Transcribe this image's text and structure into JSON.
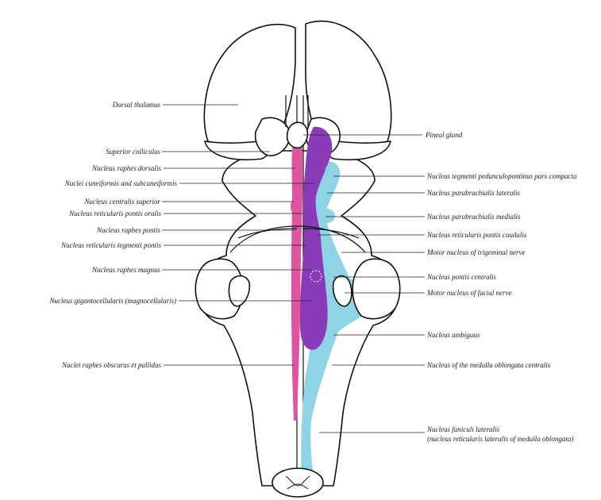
{
  "labels_left": [
    {
      "key": "dorsal_thalamus",
      "text": "Dorsal thalamus"
    },
    {
      "key": "superior_colliculus",
      "text": "Superior colliculus"
    },
    {
      "key": "raphes_dorsalis",
      "text": "Nucleus raphes dorsalis"
    },
    {
      "key": "cuneiformis",
      "text": "Nuclei cuneiformis and subcuneiformis"
    },
    {
      "key": "centralis_superior",
      "text": "Nucleus centralis superior"
    },
    {
      "key": "reticularis_pontis_oralis",
      "text": "Nucleus reticularis pontis oralis"
    },
    {
      "key": "raphes_pontis",
      "text": "Nucleus raphes pontis"
    },
    {
      "key": "reticularis_tegmenti_pontis",
      "text": "Nucleus reticularis tegmenti pontis"
    },
    {
      "key": "raphes_magnus",
      "text": "Nucleus raphes magnus"
    },
    {
      "key": "gigantocellularis",
      "text": "Nucleus gigantocellularis (magnocellularis)"
    },
    {
      "key": "raphes_obscurus",
      "text": "Nuclei raphes obscurus et pallidus"
    }
  ],
  "labels_right": [
    {
      "key": "pineal_gland",
      "text": "Pineal gland"
    },
    {
      "key": "tegmenti_pedunculopontinus",
      "text": "Nucleus tegmenti pedunculopontinus pars compacta"
    },
    {
      "key": "parabrachialis_lateralis",
      "text": "Nucleus parabrachialis lateralis"
    },
    {
      "key": "parabrachialis_medialis",
      "text": "Nucleus parabrachialis medialis"
    },
    {
      "key": "reticularis_pontis_caudalis",
      "text": "Nucleus reticularis pontis caudalis"
    },
    {
      "key": "motor_trigeminal",
      "text": "Motor nucleus of trigeminal nerve"
    },
    {
      "key": "pontis_centralis",
      "text": "Nucleus pontis centralis"
    },
    {
      "key": "motor_facial",
      "text": "Motor nucleus of facial nerve"
    },
    {
      "key": "ambiguus",
      "text": "Nucleus ambiguus"
    },
    {
      "key": "medulla_centralis",
      "text": "Nucleus of the medulla oblongata centralis"
    },
    {
      "key": "funiculi_lateralis",
      "text": "Nucleus funiculi lateralis"
    },
    {
      "key": "funiculi_lateralis_sub",
      "text": "(nucleus reticularis lateralis of medulla oblongata)"
    }
  ],
  "colors": {
    "raphe_pink": "#e0559f",
    "reticular_purple": "#8a3bb8",
    "cholinergic_cyan": "#8fd4e6",
    "outline": "#111111"
  }
}
